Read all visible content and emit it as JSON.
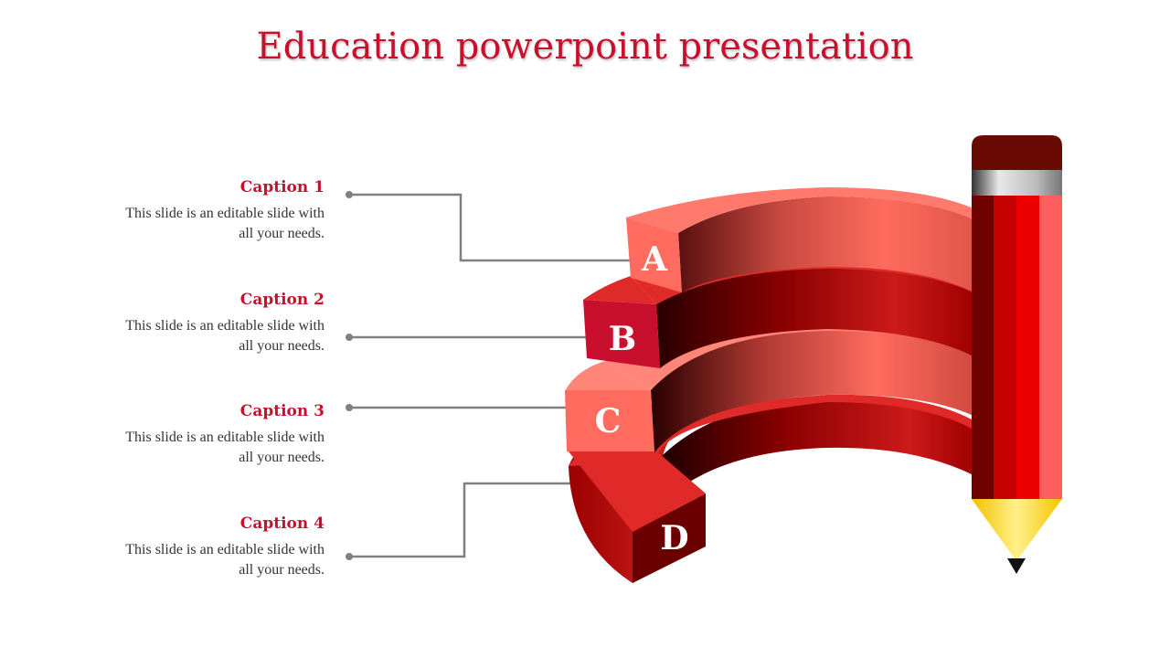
{
  "title": "Education powerpoint presentation",
  "captions": [
    {
      "title": "Caption 1",
      "line1": "This slide is an editable slide with",
      "line2": "all your needs."
    },
    {
      "title": "Caption 2",
      "line1": "This slide is an editable slide with",
      "line2": "all your needs."
    },
    {
      "title": "Caption 3",
      "line1": "This slide is an editable slide with",
      "line2": "all your needs."
    },
    {
      "title": "Caption 4",
      "line1": "This slide is an editable slide with",
      "line2": "all your needs."
    }
  ],
  "segments": [
    {
      "letter": "A"
    },
    {
      "letter": "B"
    },
    {
      "letter": "C"
    },
    {
      "letter": "D"
    }
  ],
  "colors": {
    "accent": "#c8102e",
    "light_red": "#ff6b5e",
    "mid_red": "#d92020",
    "dark_red": "#7a0000",
    "connector": "#808080"
  }
}
